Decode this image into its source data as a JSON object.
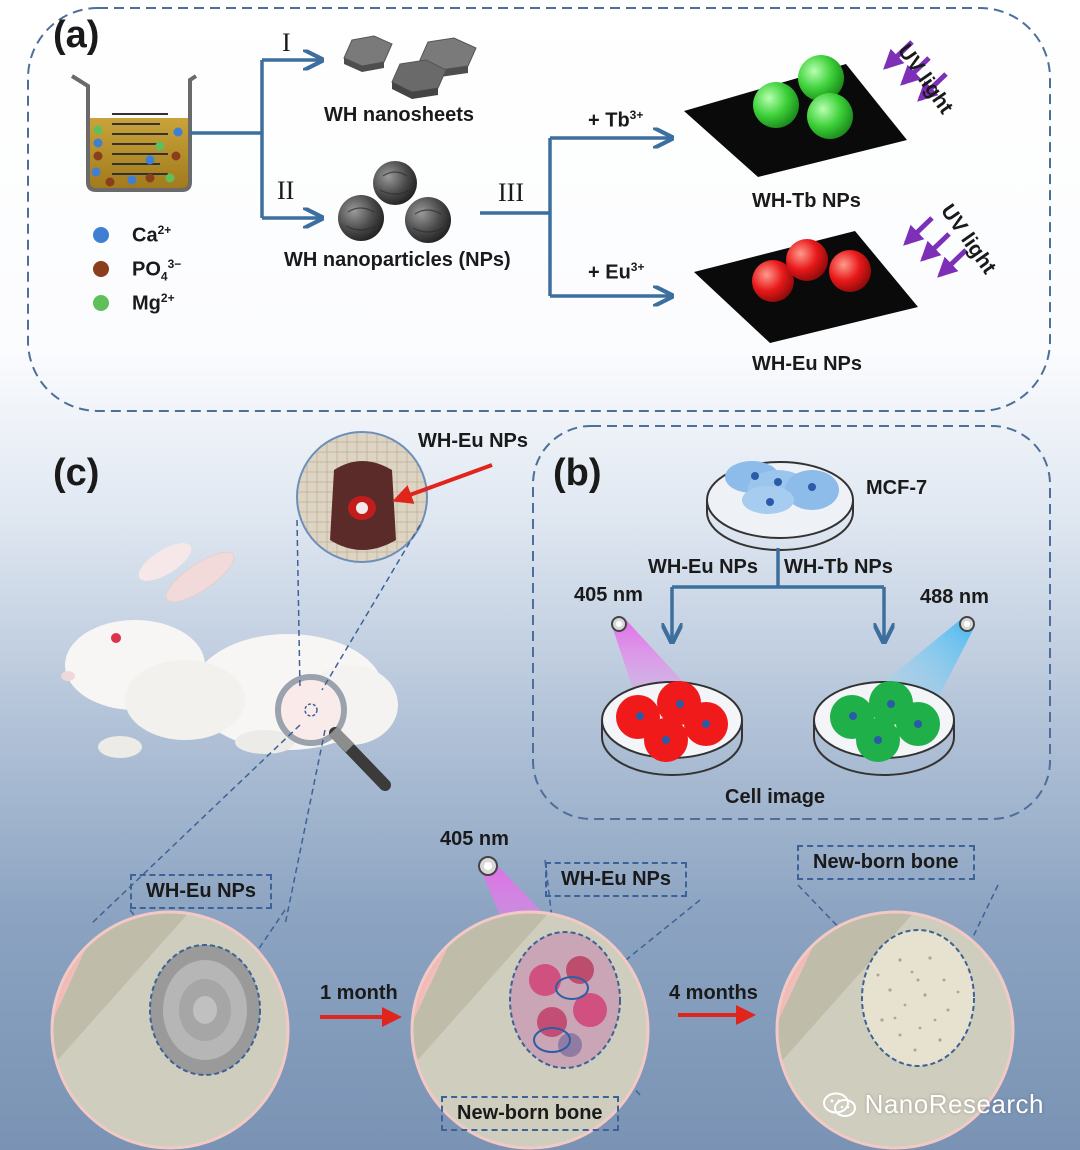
{
  "panel_a": {
    "label": "(a)",
    "route_1": "I",
    "route_2": "II",
    "route_3": "III",
    "nanosheets": "WH nanosheets",
    "nanoparticles": "WH nanoparticles (NPs)",
    "tb_add": "+ Tb",
    "tb_sup": "3+",
    "eu_add": "+ Eu",
    "eu_sup": "3+",
    "tb_product": "WH-Tb NPs",
    "eu_product": "WH-Eu NPs",
    "uv_1": "UV light",
    "uv_2": "UV light",
    "legend": {
      "ca": "Ca",
      "ca_sup": "2+",
      "po": "PO",
      "po_sub": "4",
      "po_sup": "3−",
      "mg": "Mg",
      "mg_sup": "2+"
    },
    "colors": {
      "ca": "#3f7fd3",
      "po": "#8a3e1c",
      "mg": "#5fc05a"
    }
  },
  "panel_b": {
    "label": "(b)",
    "cell_line": "MCF-7",
    "eu_treat": "WH-Eu NPs",
    "tb_treat": "WH-Tb NPs",
    "wl_left": "405 nm",
    "wl_right": "488 nm",
    "caption": "Cell image"
  },
  "panel_c": {
    "label": "(c)",
    "implant_label": "WH-Eu NPs",
    "stage1_label": "WH-Eu NPs",
    "stage2_wavelength": "405 nm",
    "stage2_label": "WH-Eu NPs",
    "stage2_bone": "New-born bone",
    "stage3_bone": "New-born bone",
    "time_1": "1 month",
    "time_2": "4 months"
  },
  "watermark": "NanoResearch"
}
